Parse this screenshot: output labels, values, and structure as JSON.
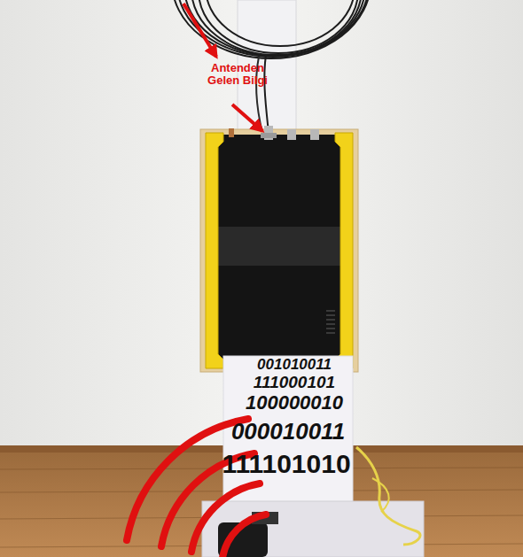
{
  "diagram": {
    "labels": [
      "Antenden Gelen Bilgi",
      "001010011",
      "111000101",
      "100000010",
      "000010011",
      "111101010"
    ]
  }
}
